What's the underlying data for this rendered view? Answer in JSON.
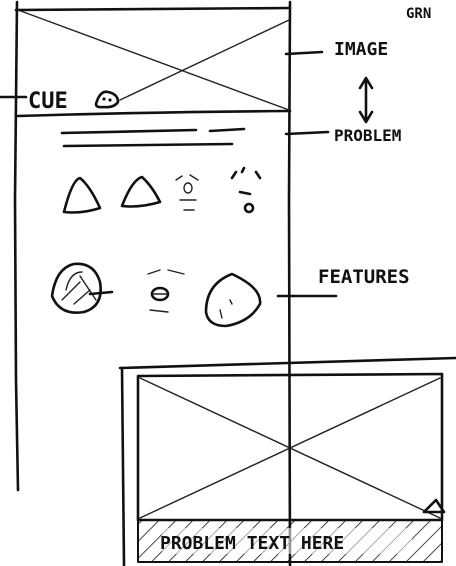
{
  "corner_label": "GRN",
  "cue_label": "CUE",
  "annotations": {
    "image": "IMAGE",
    "problem": "PROBLEM",
    "features": "FEATURES"
  },
  "overlay_banner_text": "PROBLEM TEXT HERE",
  "ink_color": "#111111"
}
